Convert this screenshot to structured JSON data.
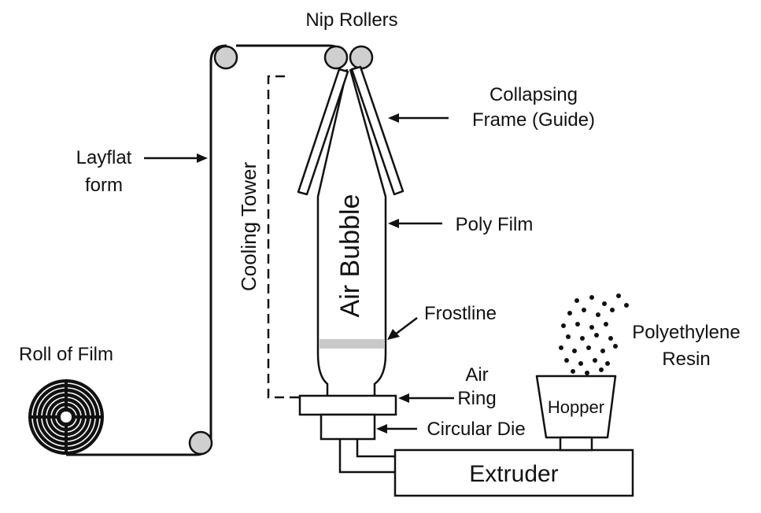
{
  "labels": {
    "nip_rollers": "Nip Rollers",
    "collapsing_frame_line1": "Collapsing",
    "collapsing_frame_line2": "Frame (Guide)",
    "layflat_line1": "Layflat",
    "layflat_line2": "form",
    "cooling_tower": "Cooling Tower",
    "air_bubble": "Air Bubble",
    "poly_film": "Poly Film",
    "frostline": "Frostline",
    "roll_of_film": "Roll of Film",
    "polyethylene_line1": "Polyethylene",
    "polyethylene_line2": "Resin",
    "air_ring_line1": "Air",
    "air_ring_line2": "Ring",
    "hopper": "Hopper",
    "circular_die": "Circular Die",
    "extruder": "Extruder"
  },
  "colors": {
    "line": "#111111",
    "roller_fill": "#cfcfcf",
    "frostline": "#c8c8c8"
  }
}
